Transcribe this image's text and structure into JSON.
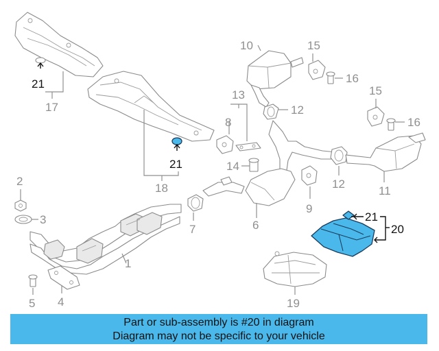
{
  "callouts": {
    "c1": "1",
    "c2": "2",
    "c3": "3",
    "c4": "4",
    "c5": "5",
    "c6": "6",
    "c7": "7",
    "c8": "8",
    "c9": "9",
    "c10": "10",
    "c11": "11",
    "c12a": "12",
    "c12b": "12",
    "c13": "13",
    "c14": "14",
    "c15a": "15",
    "c15b": "15",
    "c16a": "16",
    "c16b": "16",
    "c17": "17",
    "c18": "18",
    "c19": "19",
    "c20": "20",
    "c21a": "21",
    "c21b": "21",
    "c21c": "21"
  },
  "highlight": {
    "part": "20",
    "color": "#4ab8ea"
  },
  "banner": {
    "line1": "Part or sub-assembly is #20 in diagram",
    "line2": "Diagram may not be specific to your vehicle",
    "color": "#4ab8ea"
  }
}
